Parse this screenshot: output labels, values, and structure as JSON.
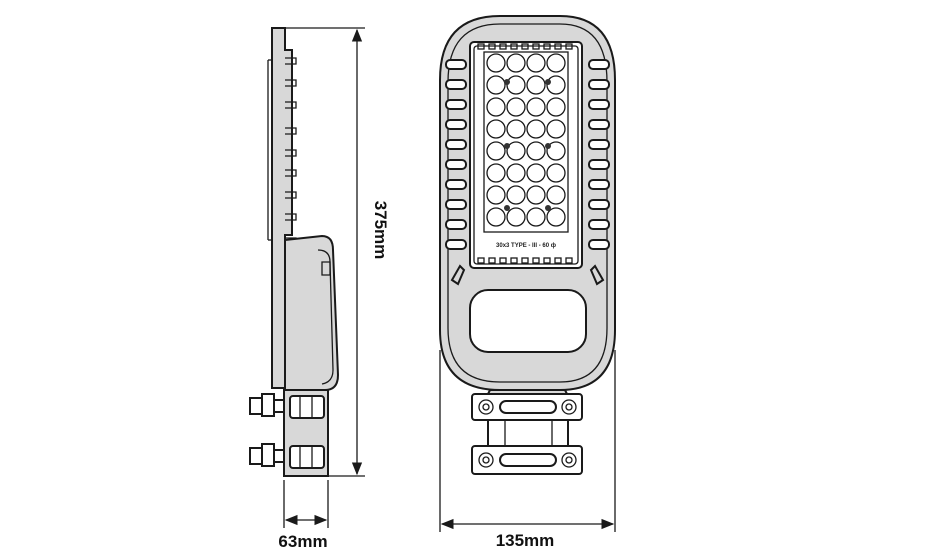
{
  "dimensions": {
    "height": "375mm",
    "depth": "63mm",
    "width": "135mm"
  },
  "module_marking": "30x3 TYPE - III - 60 ф",
  "colors": {
    "line": "#1a1a1a",
    "housing_fill": "#d8d8d8",
    "background": "#ffffff"
  }
}
